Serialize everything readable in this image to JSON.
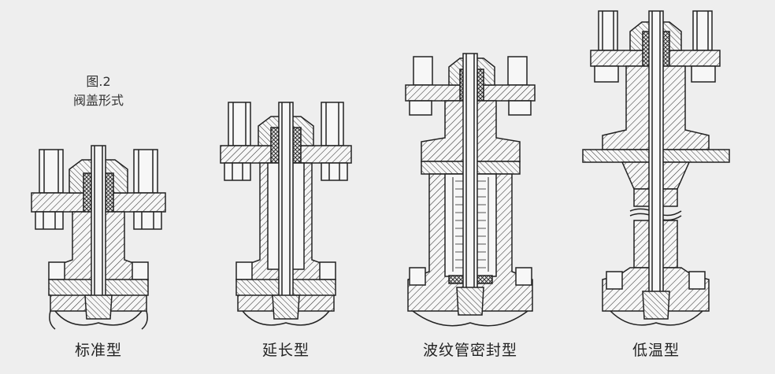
{
  "caption": {
    "figure_no": "图.2",
    "title": "阀盖形式"
  },
  "variants": [
    {
      "id": "standard",
      "label": "标准型"
    },
    {
      "id": "extended",
      "label": "延长型"
    },
    {
      "id": "bellows",
      "label": "波纹管密封型"
    },
    {
      "id": "cryogenic",
      "label": "低温型"
    }
  ],
  "colors": {
    "background": "#eeeeee",
    "line": "#222222",
    "section_fill": "#f7f7f7",
    "hatch": "#333333"
  }
}
